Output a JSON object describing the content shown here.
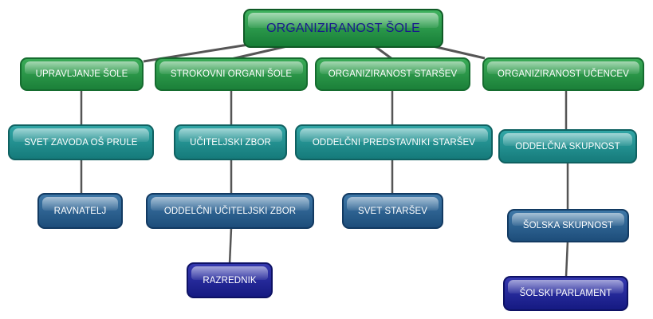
{
  "diagram": {
    "root": {
      "label": "ORGANIZIRANOST ŠOLE"
    },
    "branches": [
      {
        "label": "UPRAVLJANJE ŠOLE",
        "children": [
          "SVET ZAVODA OŠ PRULE",
          "RAVNATELJ"
        ]
      },
      {
        "label": "STROKOVNI ORGANI ŠOLE",
        "children": [
          "UČITELJSKI ZBOR",
          "ODDELČNI UČITELJSKI ZBOR",
          "RAZREDNIK"
        ]
      },
      {
        "label": "ORGANIZIRANOST STARŠEV",
        "children": [
          "ODDELČNI PREDSTAVNIKI STARŠEV",
          "SVET STARŠEV"
        ]
      },
      {
        "label": "ORGANIZIRANOST UČENCEV",
        "children": [
          "ODDELČNA SKUPNOST",
          "ŠOLSKA SKUPNOST",
          "ŠOLSKI PARLAMENT"
        ]
      }
    ],
    "colors": {
      "root_text": "#1a1a8c",
      "green": "#1b8039",
      "teal": "#157a7a",
      "blue": "#1d4d7a",
      "navy": "#151a82",
      "connector": "#555555"
    }
  }
}
